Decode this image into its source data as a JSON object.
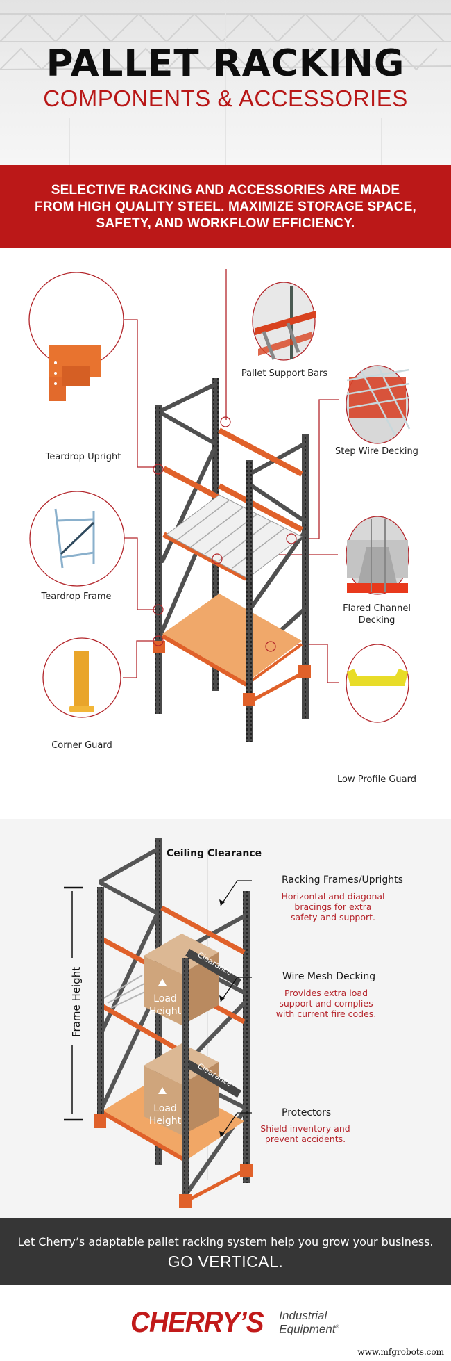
{
  "hero": {
    "title": "PALLET RACKING",
    "subtitle": "COMPONENTS & ACCESSORIES"
  },
  "intro_band": {
    "text": "SELECTIVE RACKING AND ACCESSORIES ARE MADE FROM HIGH QUALITY STEEL. MAXIMIZE STORAGE SPACE, SAFETY, AND WORKFLOW EFFICIENCY."
  },
  "components": {
    "items": [
      {
        "label": "Pallet Support Bars"
      },
      {
        "label": "Teardrop Upright"
      },
      {
        "label": "Step Wire Decking"
      },
      {
        "label": "Teardrop Frame"
      },
      {
        "label": "Flared Channel Decking"
      },
      {
        "label": "Corner Guard"
      },
      {
        "label": "Low Profile Guard"
      }
    ]
  },
  "diagram": {
    "ceiling_label": "Ceiling Clearance",
    "frame_height_label": "Frame Height",
    "clearance_label": "Clearance",
    "load_label_1": "Load",
    "load_label_2": "Height",
    "callouts": [
      {
        "title": "Racking Frames/Uprights",
        "desc": "Horizontal and diagonal bracings for extra safety and support."
      },
      {
        "title": "Wire Mesh Decking",
        "desc": "Provides extra load support and complies with current fire codes."
      },
      {
        "title": "Protectors",
        "desc": "Shield inventory and prevent accidents."
      }
    ]
  },
  "cta": {
    "line1": "Let Cherry’s adaptable pallet racking system help you grow your business.",
    "line2": "GO VERTICAL."
  },
  "logo": {
    "brand": "CHERRY’S",
    "tag_line1": "Industrial",
    "tag_line2": "Equipment",
    "registered": "®"
  },
  "watermark": "www.mfgrobots.com",
  "colors": {
    "accent_red": "#bb1818",
    "dark_band": "#363636",
    "rack_gray": "#4a4a4a",
    "beam_orange": "#e0612a",
    "deck_tan": "#f0a86a"
  }
}
